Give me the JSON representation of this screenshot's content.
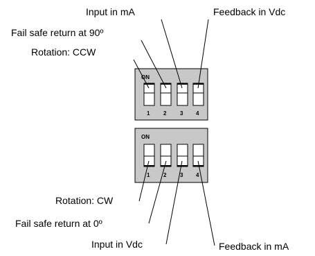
{
  "top_block": {
    "on_label": "ON",
    "switch_numbers": [
      "1",
      "2",
      "3",
      "4"
    ],
    "settings": [
      {
        "label": "Rotation: CCW",
        "position": "on"
      },
      {
        "label": "Fail safe return at 90º",
        "position": "on"
      },
      {
        "label": "Input in mA",
        "position": "on"
      },
      {
        "label": "Feedback in Vdc",
        "position": "on"
      }
    ]
  },
  "bottom_block": {
    "on_label": "ON",
    "switch_numbers": [
      "1",
      "2",
      "3",
      "4"
    ],
    "settings": [
      {
        "label": "Rotation: CW",
        "position": "off"
      },
      {
        "label": "Fail safe return at 0º",
        "position": "off"
      },
      {
        "label": "Input in Vdc",
        "position": "off"
      },
      {
        "label": "Feedback in mA",
        "position": "off"
      }
    ]
  },
  "colors": {
    "block_fill": "#c8c8c8",
    "outline": "#000000",
    "background": "#ffffff"
  }
}
